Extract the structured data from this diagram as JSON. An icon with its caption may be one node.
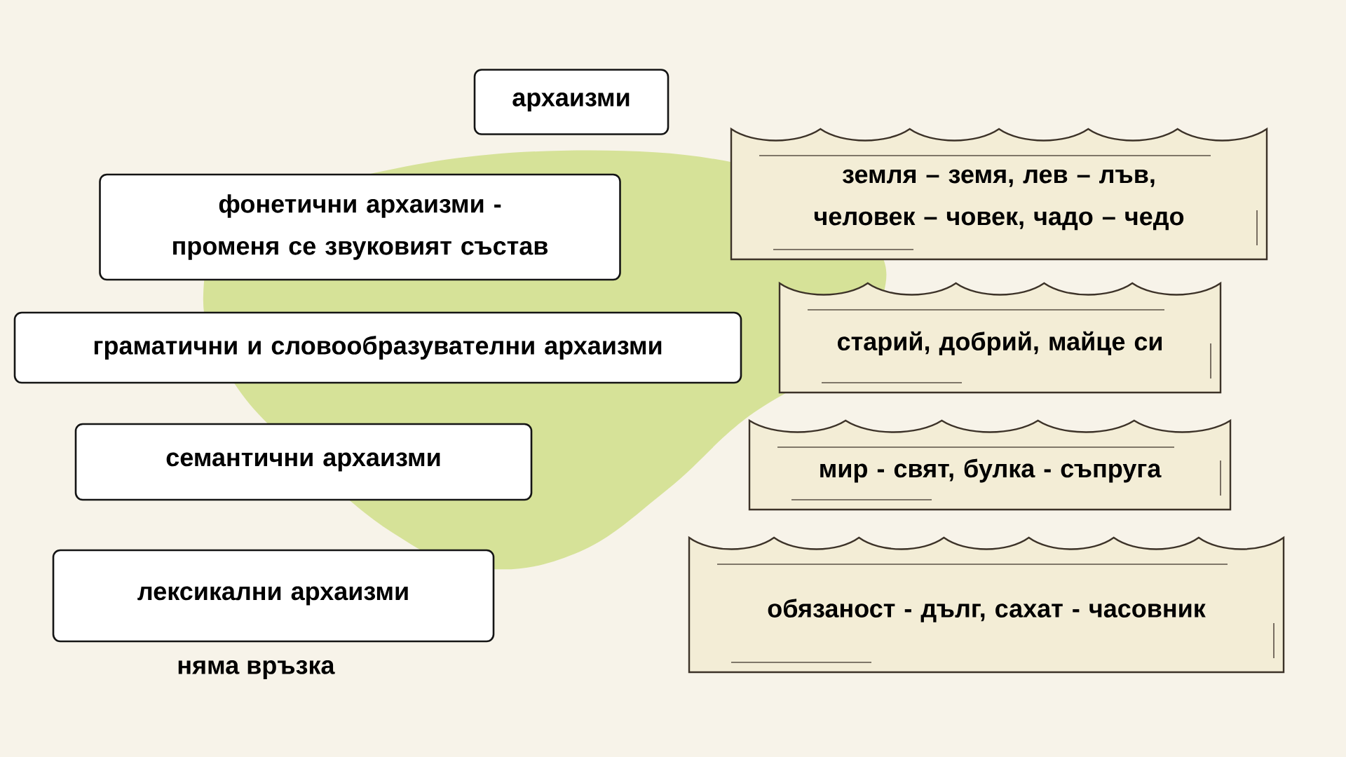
{
  "diagram": {
    "nodes": [
      {
        "text": [
          "архаизми"
        ]
      },
      {
        "text": [
          "фонетични архаизми - променя се звуковият състав"
        ]
      },
      {
        "text": [
          "граматични и словообразувателни архаизми"
        ]
      },
      {
        "text": [
          "семантични архаизми"
        ]
      },
      {
        "text": [
          "лексикални архаизми"
        ],
        "beside": [
          "няма връзка"
        ]
      },
      {
        "text": [
          "земля – земя, лев – лъв, человек – човек, чадо – чедо"
        ]
      },
      {
        "text": [
          "старий, добрий, майце си"
        ]
      },
      {
        "text": [
          "мир - свят, булка - съпруга"
        ]
      },
      {
        "text": [
          "обязаност - дълг, сахат - часовник"
        ]
      }
    ]
  }
}
